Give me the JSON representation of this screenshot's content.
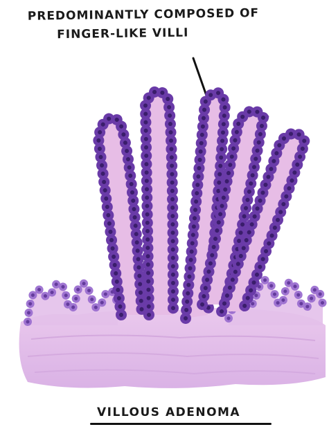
{
  "annotation": {
    "line1": "PREDOMINANTLY COMPOSED OF",
    "line2": "FINGER-LIKE VILLI"
  },
  "caption": "VILLOUS ADENOMA",
  "colors": {
    "cell_outer": "#6a3ba8",
    "cell_nucleus": "#3a1d6b",
    "villus_core": "#e7bde6",
    "base_stroma": "#dcb4e6",
    "small_crypt_cells": "#9b6fd0",
    "ink": "#1a1a1a"
  }
}
